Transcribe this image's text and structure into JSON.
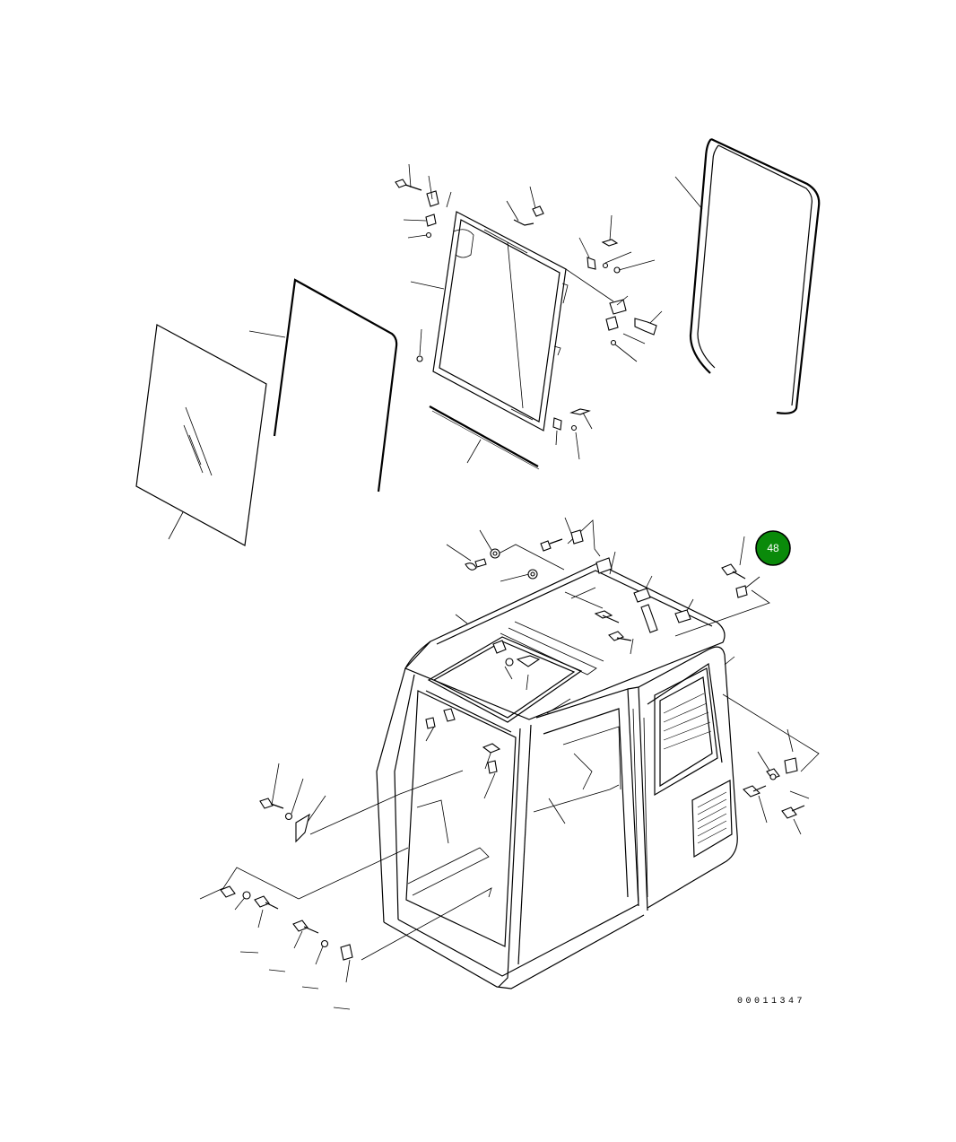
{
  "diagram": {
    "drawing_number": "00011347",
    "callouts": [
      {
        "id": "callout-48",
        "label": "48",
        "color": "#0a8a0a",
        "border_color": "#000000",
        "text_color": "#ffffff"
      }
    ]
  }
}
